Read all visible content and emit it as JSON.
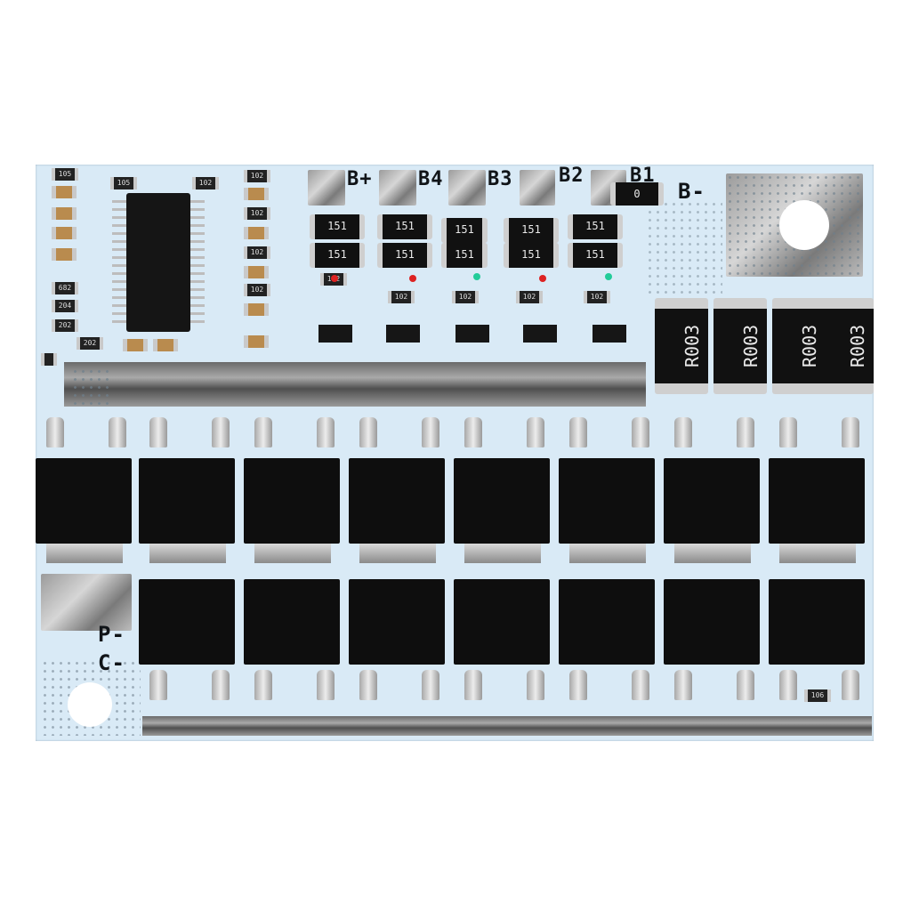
{
  "pcb": {
    "labels": {
      "b_plus": "B+",
      "b4": "B4",
      "b3": "B3",
      "b2": "B2",
      "b1": "B1",
      "b_minus": "B-",
      "p_minus": "P-",
      "c_minus": "C-"
    },
    "resistor_151": "151",
    "resistor_r003": "R003",
    "resistor_0": "0",
    "smd_102": "102",
    "smd_105": "105",
    "smd_682": "682",
    "smd_204": "204",
    "smd_202": "202",
    "smd_106": "106"
  }
}
